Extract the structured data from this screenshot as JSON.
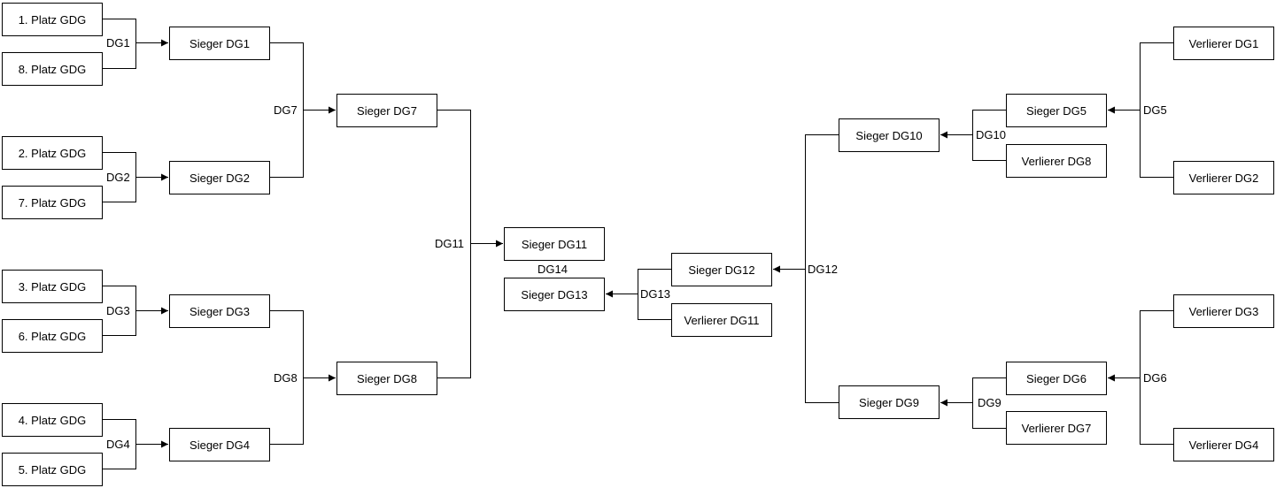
{
  "boxes": {
    "p1": "1. Platz GDG",
    "p8": "8. Platz GDG",
    "p2": "2. Platz GDG",
    "p7": "7. Platz GDG",
    "p3": "3. Platz GDG",
    "p6": "6. Platz GDG",
    "p4": "4. Platz GDG",
    "p5": "5. Platz GDG",
    "s1": "Sieger DG1",
    "s2": "Sieger DG2",
    "s3": "Sieger DG3",
    "s4": "Sieger DG4",
    "s7": "Sieger DG7",
    "s8": "Sieger DG8",
    "s11": "Sieger DG11",
    "s13": "Sieger DG13",
    "s12": "Sieger DG12",
    "v11": "Verlierer DG11",
    "s10": "Sieger DG10",
    "s9": "Sieger DG9",
    "s5": "Sieger DG5",
    "v8": "Verlierer DG8",
    "s6": "Sieger DG6",
    "v7": "Verlierer DG7",
    "v1": "Verlierer DG1",
    "v2": "Verlierer DG2",
    "v3": "Verlierer DG3",
    "v4": "Verlierer DG4"
  },
  "labels": {
    "dg1": "DG1",
    "dg2": "DG2",
    "dg3": "DG3",
    "dg4": "DG4",
    "dg5": "DG5",
    "dg6": "DG6",
    "dg7": "DG7",
    "dg8": "DG8",
    "dg9": "DG9",
    "dg10": "DG10",
    "dg11": "DG11",
    "dg12": "DG12",
    "dg13": "DG13",
    "dg14": "DG14"
  }
}
